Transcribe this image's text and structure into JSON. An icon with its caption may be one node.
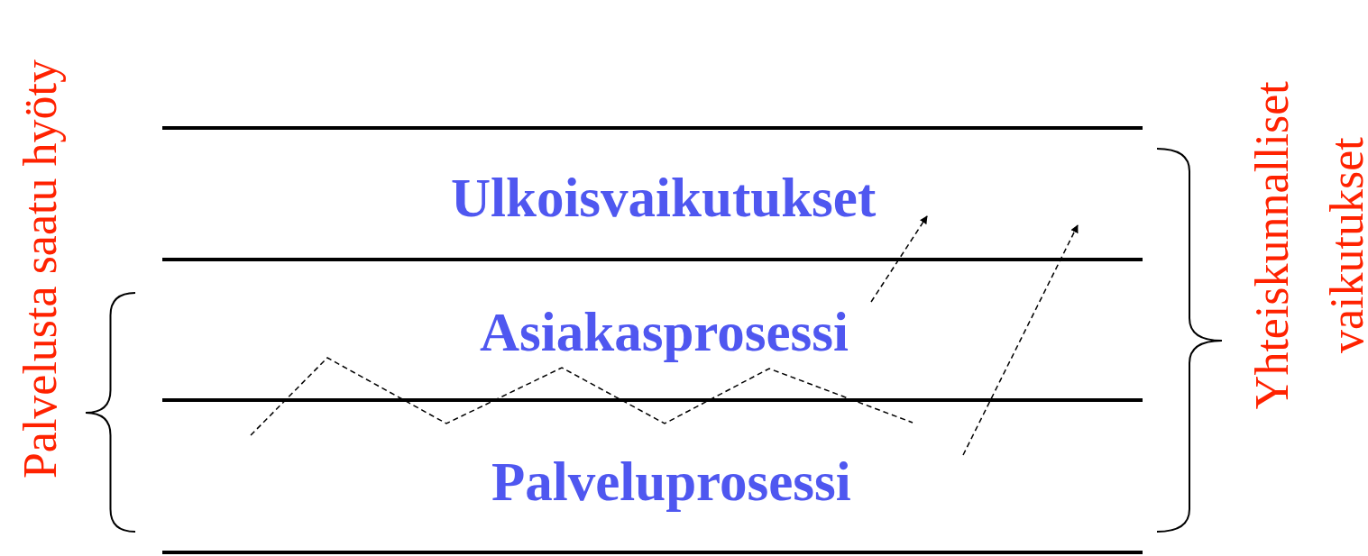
{
  "diagram": {
    "nodes": [
      {
        "text": [
          "Ulkoisvaikutukset"
        ]
      },
      {
        "text": [
          "Asiakasprosessi"
        ]
      },
      {
        "text": [
          "Palveluprosessi"
        ]
      }
    ],
    "edges": [
      {
        "from": 1,
        "to": 0,
        "arrow": "to",
        "style": "dashed"
      }
    ],
    "labels": [
      "Palvelusta saatu hyöty",
      "Yhteiskunnalliset vaikutukset"
    ]
  }
}
